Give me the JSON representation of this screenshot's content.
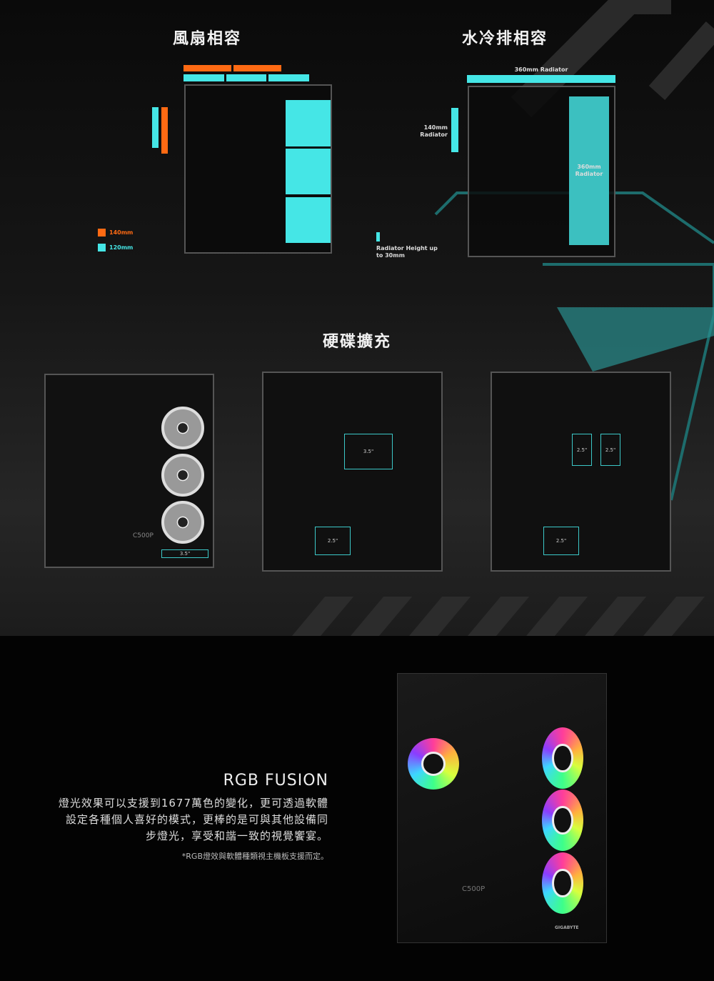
{
  "fan_section": {
    "title": "風扇相容",
    "legend": [
      {
        "label": "140mm",
        "color": "#ff6a13"
      },
      {
        "label": "120mm",
        "color": "#45e6e6"
      }
    ]
  },
  "radiator_section": {
    "title": "水冷排相容",
    "top_label": "360mm Radiator",
    "side_label": "360mm Radiator",
    "front_label": "140mm Radiator",
    "small_label": "Radiator Height up to 30mm"
  },
  "drive_section": {
    "title": "硬碟擴充",
    "case1_drive": "3.5\"",
    "case2_drives": [
      "3.5\"",
      "2.5\""
    ],
    "case3_drives": [
      "2.5\"",
      "2.5\"",
      "2.5\""
    ]
  },
  "brand": {
    "logo": "GIGABYTE",
    "model": "C500P"
  },
  "rgb_section": {
    "title": "RGB FUSION",
    "lines": [
      "燈光效果可以支援到1677萬色的變化，更可透過軟體",
      "設定各種個人喜好的模式，更棒的是可與其他設備同",
      "步燈光，享受和諧一致的視覺饗宴。"
    ],
    "note": "*RGB燈效與軟體種類視主機板支援而定。"
  }
}
